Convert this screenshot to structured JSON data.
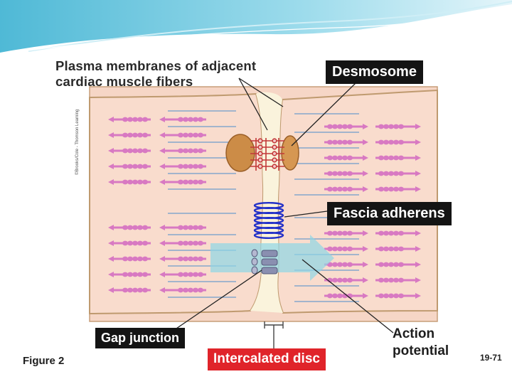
{
  "labels": {
    "plasma_line1": "Plasma membranes of adjacent",
    "plasma_line2": "cardiac muscle fibers",
    "desmosome": "Desmosome",
    "fascia_adherens": "Fascia adherens",
    "gap_junction": "Gap junction",
    "intercalated_disc": "Intercalated disc",
    "action_line1": "Action",
    "action_line2": "potential",
    "figure": "Figure 2",
    "page_number": "19-71",
    "credit": "©Brooks/Cole - Thomson Learning"
  },
  "colors": {
    "cell_fill": "#f6d6c6",
    "membrane": "#bf9a6f",
    "myofilament": "#d879c2",
    "filament_line": "#6e9ccb",
    "desmosome_plaque": "#cc8c47",
    "desmosome_links": "#c23838",
    "fascia_coil": "#2230c8",
    "gap_connexon": "#8a8fb0",
    "action_arrow": "#8ed6e6",
    "disc_label_bg": "#e0242a",
    "header_wave": "#5fc3dc"
  }
}
